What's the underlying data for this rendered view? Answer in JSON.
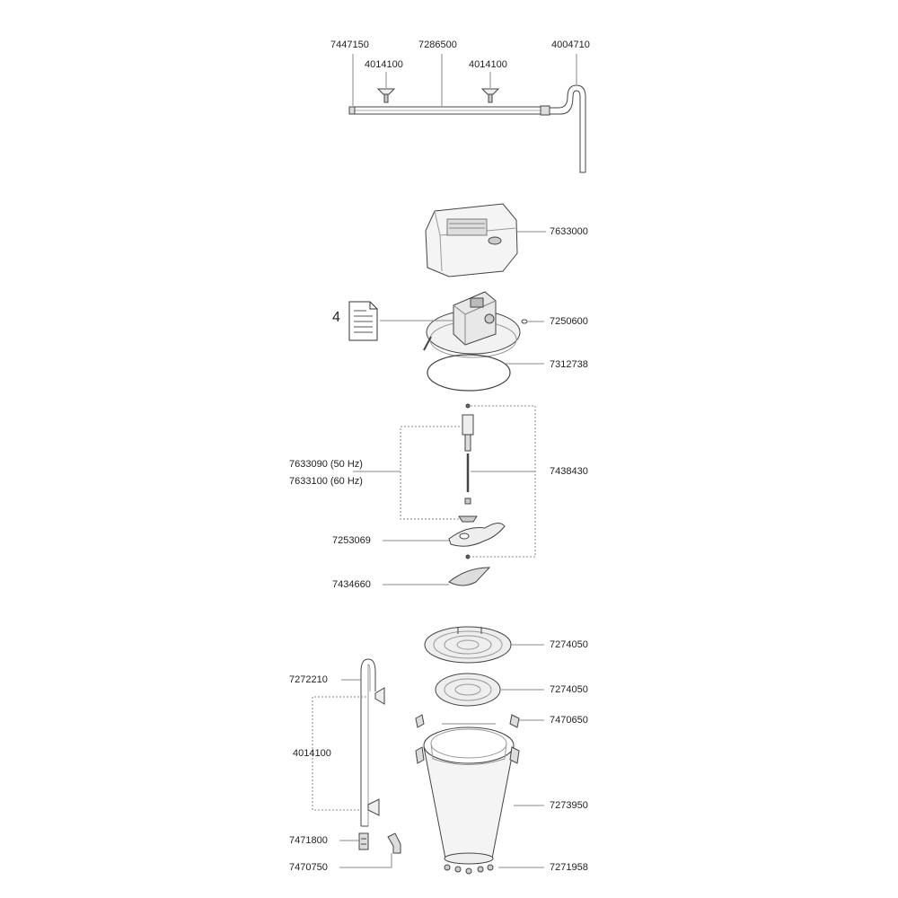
{
  "parts": {
    "p7447150": "7447150",
    "p7286500": "7286500",
    "p4014100a": "4014100",
    "p4014100b": "4014100",
    "p4004710": "4004710",
    "p7633000": "7633000",
    "p7250600": "7250600",
    "p7312738": "7312738",
    "p7633090": "7633090 (50 Hz)",
    "p7633100": "7633100 (60 Hz)",
    "p7438430": "7438430",
    "p7253069": "7253069",
    "p7434660": "7434660",
    "p7274050a": "7274050",
    "p7274050b": "7274050",
    "p7272210": "7272210",
    "p7470650": "7470650",
    "p4014100c": "4014100",
    "p7273950": "7273950",
    "p7471800": "7471800",
    "p7470750": "7470750",
    "p7271958": "7271958"
  },
  "document_ref": "4",
  "icons": {
    "document": "document-icon"
  }
}
